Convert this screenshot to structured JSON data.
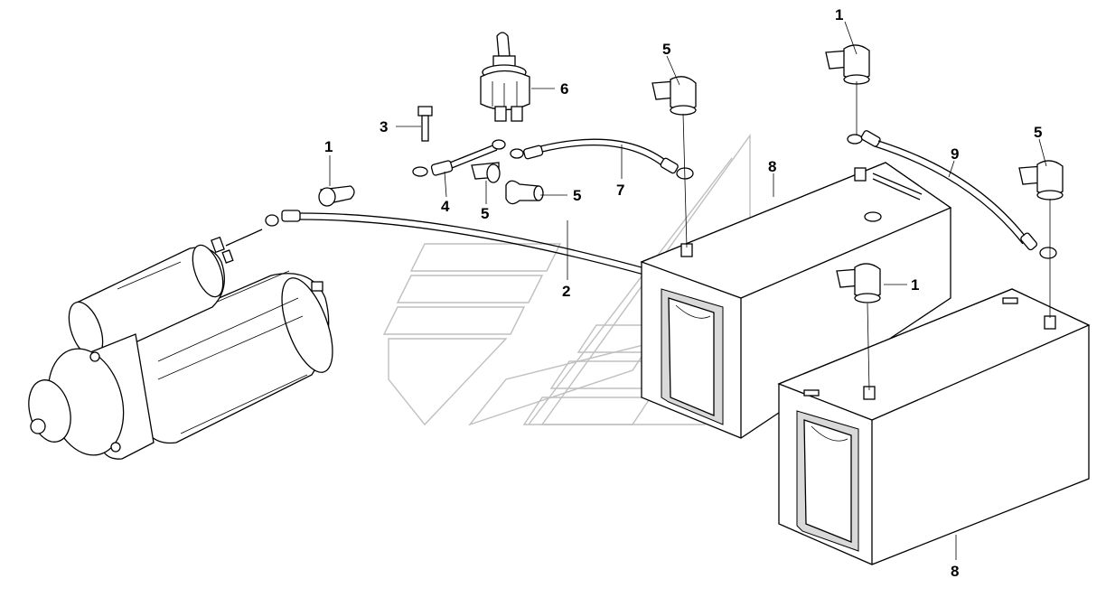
{
  "callouts": [
    {
      "id": "c1a",
      "label": "1"
    },
    {
      "id": "c1b",
      "label": "1"
    },
    {
      "id": "c1c",
      "label": "1"
    },
    {
      "id": "c2",
      "label": "2"
    },
    {
      "id": "c3",
      "label": "3"
    },
    {
      "id": "c4",
      "label": "4"
    },
    {
      "id": "c5a",
      "label": "5"
    },
    {
      "id": "c5b",
      "label": "5"
    },
    {
      "id": "c5c",
      "label": "5"
    },
    {
      "id": "c5d",
      "label": "5"
    },
    {
      "id": "c6",
      "label": "6"
    },
    {
      "id": "c7",
      "label": "7"
    },
    {
      "id": "c8a",
      "label": "8"
    },
    {
      "id": "c8b",
      "label": "8"
    },
    {
      "id": "c9",
      "label": "9"
    }
  ]
}
